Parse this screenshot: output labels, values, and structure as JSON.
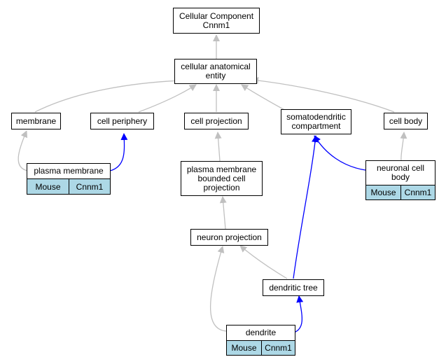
{
  "nodes": {
    "root": "Cellular Component\nCnnm1",
    "cae": "cellular anatomical\nentity",
    "membrane": "membrane",
    "periphery": "cell periphery",
    "projection": "cell projection",
    "somato": "somatodendritic\ncompartment",
    "cellbody": "cell body",
    "plasma": "plasma membrane",
    "pmbcp": "plasma membrane\nbounded cell\nprojection",
    "neuronproj": "neuron projection",
    "ncb": "neuronal cell\nbody",
    "dtree": "dendritic tree",
    "dendrite": "dendrite"
  },
  "annotations": {
    "plasma": {
      "species": "Mouse",
      "gene": "Cnnm1"
    },
    "ncb": {
      "species": "Mouse",
      "gene": "Cnnm1"
    },
    "dendrite": {
      "species": "Mouse",
      "gene": "Cnnm1"
    }
  },
  "colors": {
    "is_a_edge": "#c0c0c0",
    "annotated_edge": "#0000ff",
    "tag_fill": "#add8e6"
  }
}
